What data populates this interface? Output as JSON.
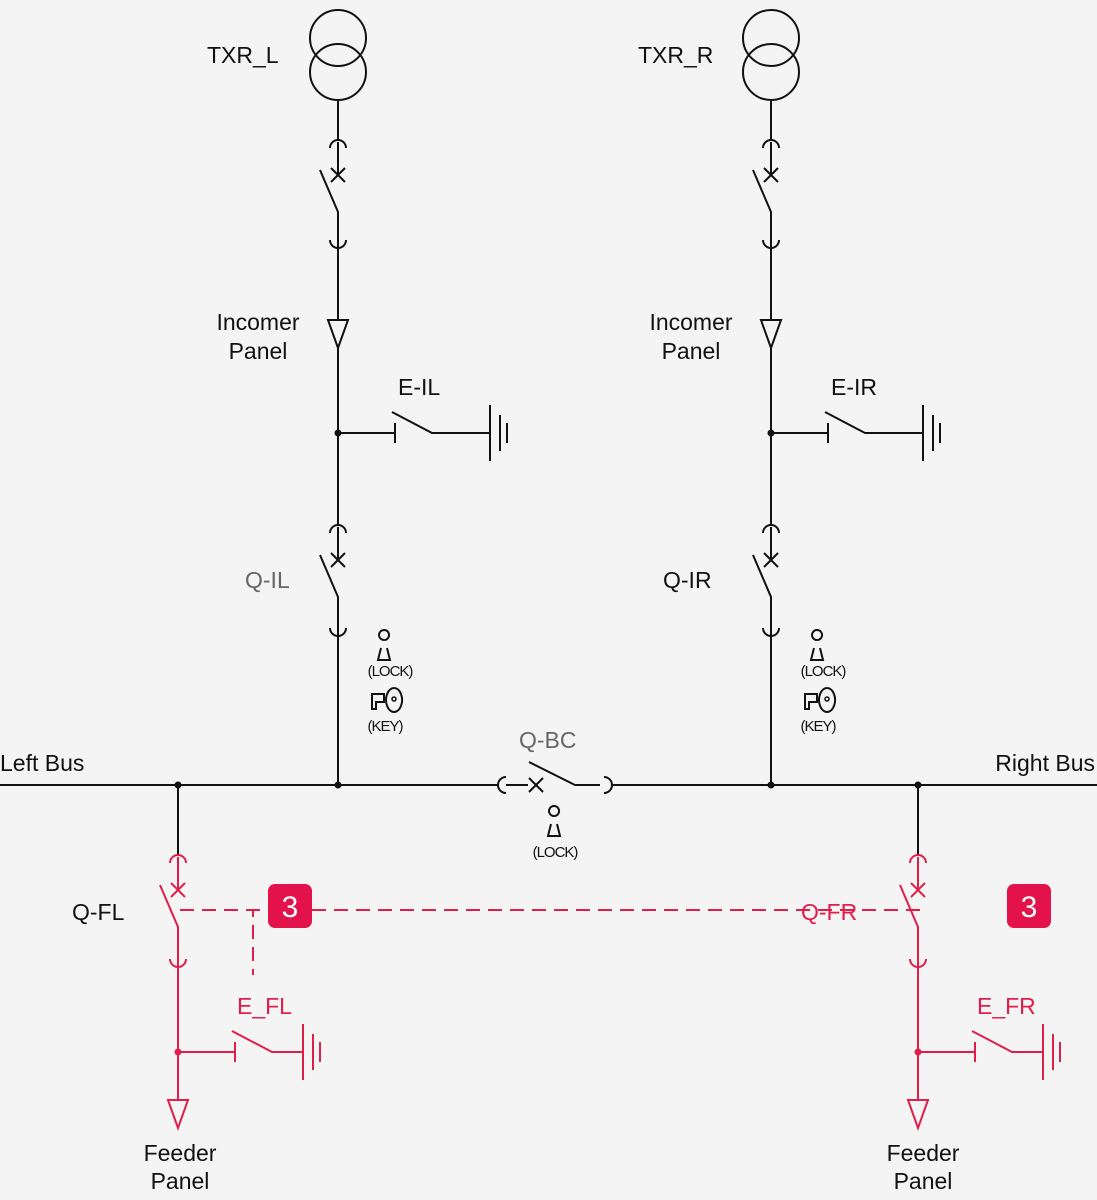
{
  "labels": {
    "txr_l": "TXR_L",
    "txr_r": "TXR_R",
    "incomer_l_1": "Incomer",
    "incomer_l_2": "Panel",
    "incomer_r_1": "Incomer",
    "incomer_r_2": "Panel",
    "e_il": "E-IL",
    "e_ir": "E-IR",
    "q_il": "Q-IL",
    "q_ir": "Q-IR",
    "q_bc": "Q-BC",
    "left_bus": "Left Bus",
    "right_bus": "Right Bus",
    "q_fl": "Q-FL",
    "q_fr": "Q-FR",
    "e_fl": "E_FL",
    "e_fr": "E_FR",
    "feeder_l_1": "Feeder",
    "feeder_l_2": "Panel",
    "feeder_r_1": "Feeder",
    "feeder_r_2": "Panel",
    "lock": "(LOCK)",
    "key": "(KEY)",
    "badge_l": "3",
    "badge_r": "3"
  },
  "colors": {
    "line": "#111111",
    "highlight": "#e01e4c",
    "muted": "#666666"
  }
}
